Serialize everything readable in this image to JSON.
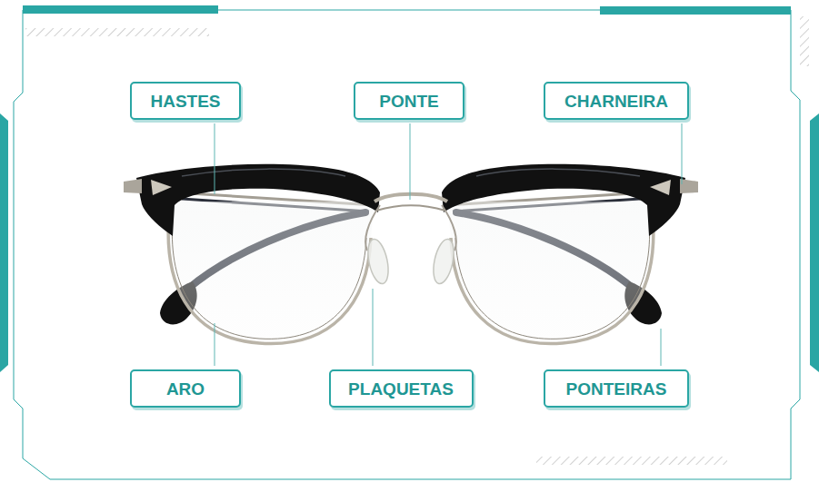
{
  "diagram": {
    "nodes": [
      {
        "text": [
          "HASTES"
        ]
      },
      {
        "text": [
          "PONTE"
        ]
      },
      {
        "text": [
          "CHARNEIRA"
        ]
      },
      {
        "text": [
          "ARO"
        ]
      },
      {
        "text": [
          "PLAQUETAS"
        ]
      },
      {
        "text": [
          "PONTEIRAS"
        ]
      }
    ]
  }
}
